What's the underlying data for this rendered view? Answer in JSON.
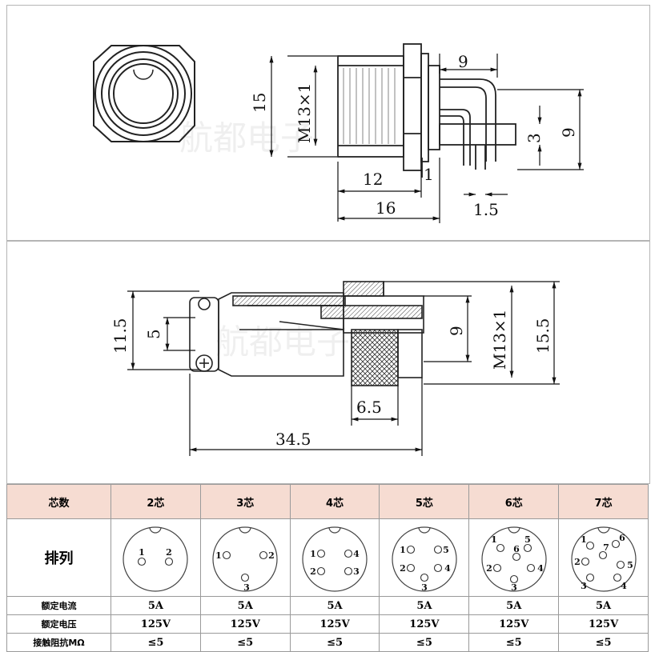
{
  "watermark": "航都电子",
  "top_view": {
    "dims": {
      "d9_top": "9",
      "d15": "15",
      "m13_side": "M13×1",
      "d9_right": "9",
      "d3": "3",
      "d12": "12",
      "d1": "1",
      "d16": "16",
      "d1_5": "1.5"
    }
  },
  "side_view": {
    "dims": {
      "d11_5": "11.5",
      "d5": "5",
      "d9": "9",
      "m13": "M13×1",
      "d15_5": "15.5",
      "d6_5": "6.5",
      "d34_5": "34.5"
    }
  },
  "table": {
    "header": [
      "芯数",
      "2芯",
      "3芯",
      "4芯",
      "5芯",
      "6芯",
      "7芯"
    ],
    "pin_row_label": "排列",
    "pin_layouts": [
      {
        "pins": [
          "1",
          "2"
        ]
      },
      {
        "pins": [
          "1",
          "2",
          "3"
        ]
      },
      {
        "pins": [
          "1",
          "4",
          "2",
          "3"
        ]
      },
      {
        "pins": [
          "1",
          "5",
          "2",
          "4",
          "3"
        ]
      },
      {
        "pins": [
          "1",
          "5",
          "6",
          "2",
          "4",
          "3"
        ]
      },
      {
        "pins": [
          "1",
          "6",
          "7",
          "2",
          "5",
          "3",
          "4"
        ]
      }
    ],
    "rows": [
      {
        "label": "额定电流",
        "values": [
          "5A",
          "5A",
          "5A",
          "5A",
          "5A",
          "5A"
        ]
      },
      {
        "label": "额定电压",
        "values": [
          "125V",
          "125V",
          "125V",
          "125V",
          "125V",
          "125V"
        ]
      },
      {
        "label": "接触阻抗MΩ",
        "values": [
          "≤5",
          "≤5",
          "≤5",
          "≤5",
          "≤5",
          "≤5"
        ]
      }
    ]
  }
}
